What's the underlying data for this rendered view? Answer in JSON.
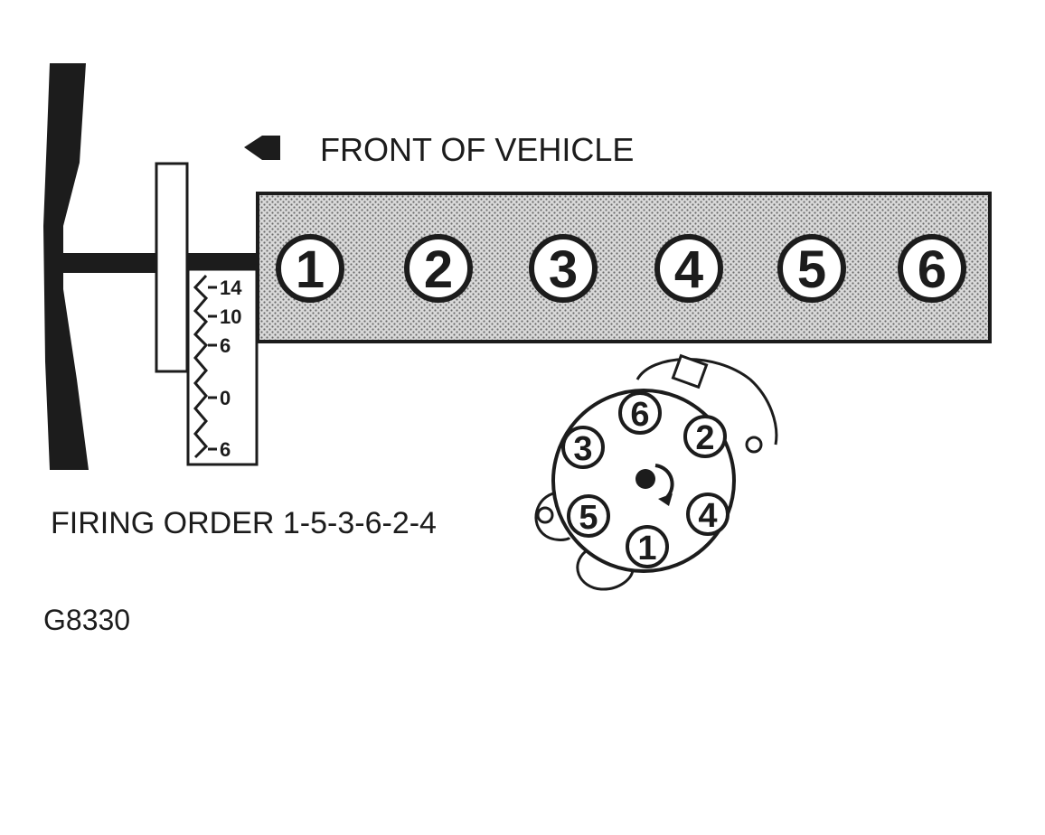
{
  "labels": {
    "front": "FRONT OF VEHICLE",
    "firing_order": "FIRING ORDER 1-5-3-6-2-4",
    "code": "G8330"
  },
  "cylinders": [
    "1",
    "2",
    "3",
    "4",
    "5",
    "6"
  ],
  "timing_marks": [
    "14",
    "10",
    "6",
    "0",
    "6"
  ],
  "distributor_terminals": [
    "6",
    "2",
    "4",
    "1",
    "5",
    "3"
  ],
  "colors": {
    "ink": "#1c1c1c",
    "block_fill": "#cfcfcf"
  }
}
